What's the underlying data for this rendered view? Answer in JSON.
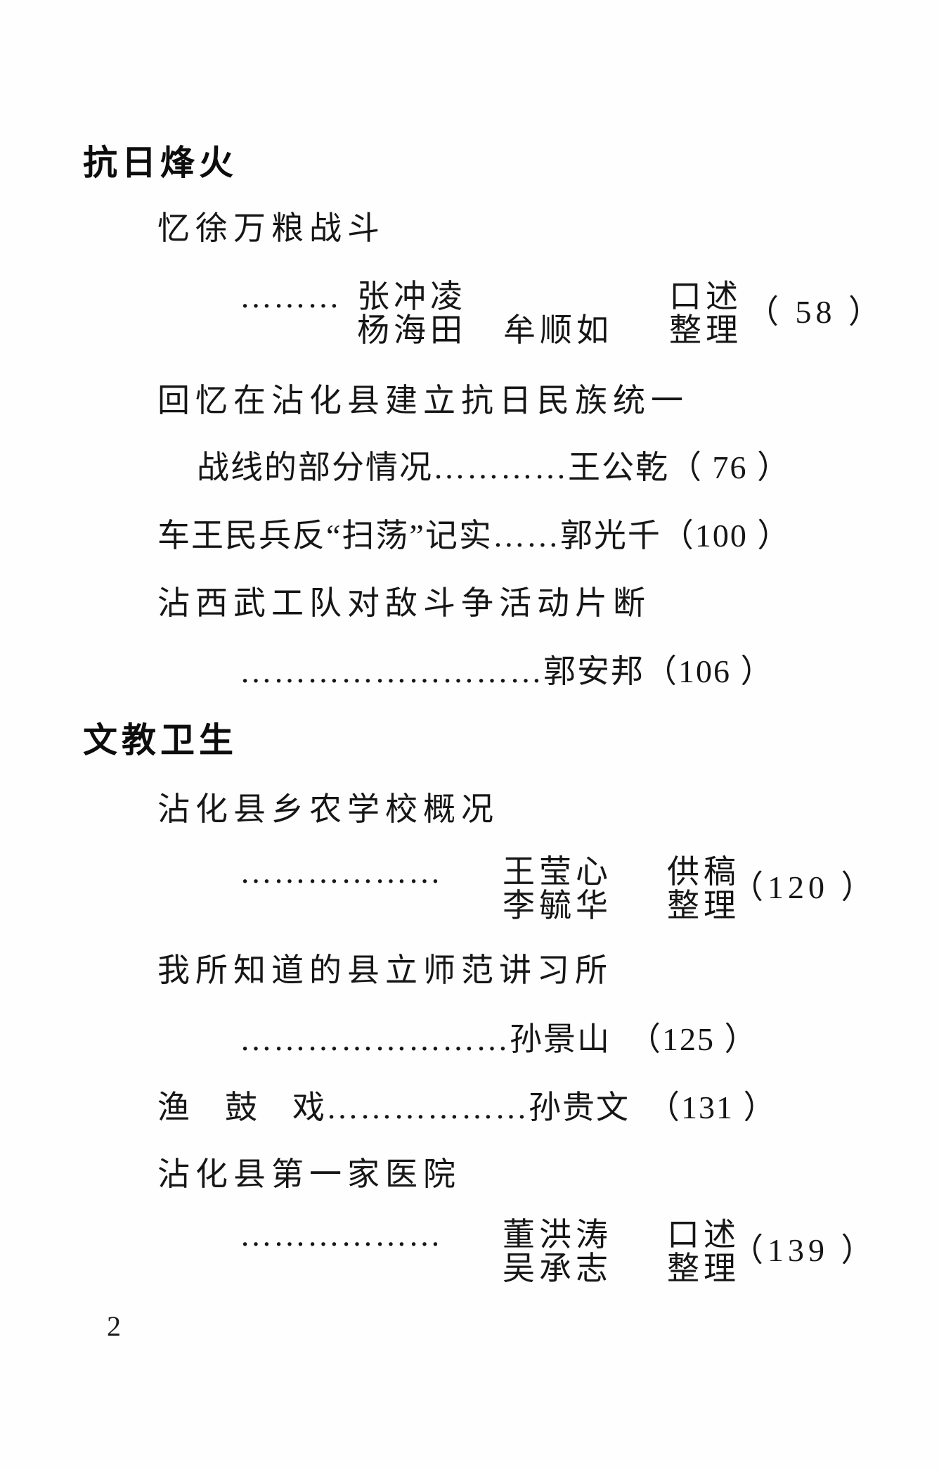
{
  "page": {
    "number": "2"
  },
  "sections": [
    {
      "heading": "抗日烽火",
      "entries": [
        {
          "title": "忆徐万粮战斗",
          "attr": {
            "dots": "………",
            "line1_names": "张冲凌",
            "line1_role": "口述",
            "line2_names": "杨海田　牟顺如",
            "line2_role": "整理",
            "page": "（ 58 ）"
          }
        },
        {
          "title": "回忆在沾化县建立抗日民族统一",
          "line2": "战线的部分情况…………王公乾（ 76 ）"
        },
        {
          "line": "车王民兵反“扫荡”记实……郭光千（100 ）"
        },
        {
          "title": "沾西武工队对敌斗争活动片断",
          "line2": "………………………郭安邦（106 ）"
        }
      ]
    },
    {
      "heading": "文教卫生",
      "entries": [
        {
          "title": "沾化县乡农学校概况",
          "attr": {
            "dots": "………………",
            "line1_names": "王莹心",
            "line1_role": "供稿",
            "line2_names": "李毓华",
            "line2_role": "整理",
            "page": "（120 ）"
          }
        },
        {
          "title": "我所知道的县立师范讲习所",
          "line2": "……………………孙景山　（125 ）"
        },
        {
          "line": "渔　鼓　戏………………孙贵文　（131 ）"
        },
        {
          "title": "沾化县第一家医院",
          "attr": {
            "dots": "………………",
            "line1_names": "董洪涛",
            "line1_role": "口述",
            "line2_names": "吴承志",
            "line2_role": "整理",
            "page": "（139 ）"
          }
        }
      ]
    }
  ]
}
